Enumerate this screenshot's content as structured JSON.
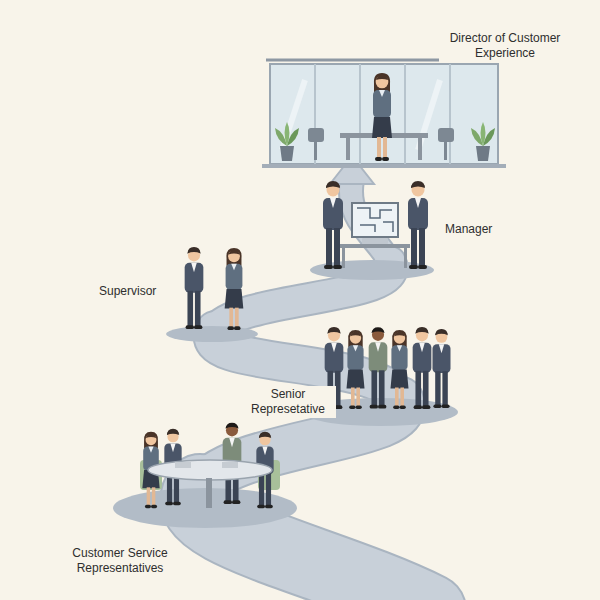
{
  "diagram": {
    "labels": [
      "Director of Customer Experience",
      "Manager",
      "Supervisor",
      "Senior Represetative",
      "Customer Service Representatives"
    ]
  }
}
